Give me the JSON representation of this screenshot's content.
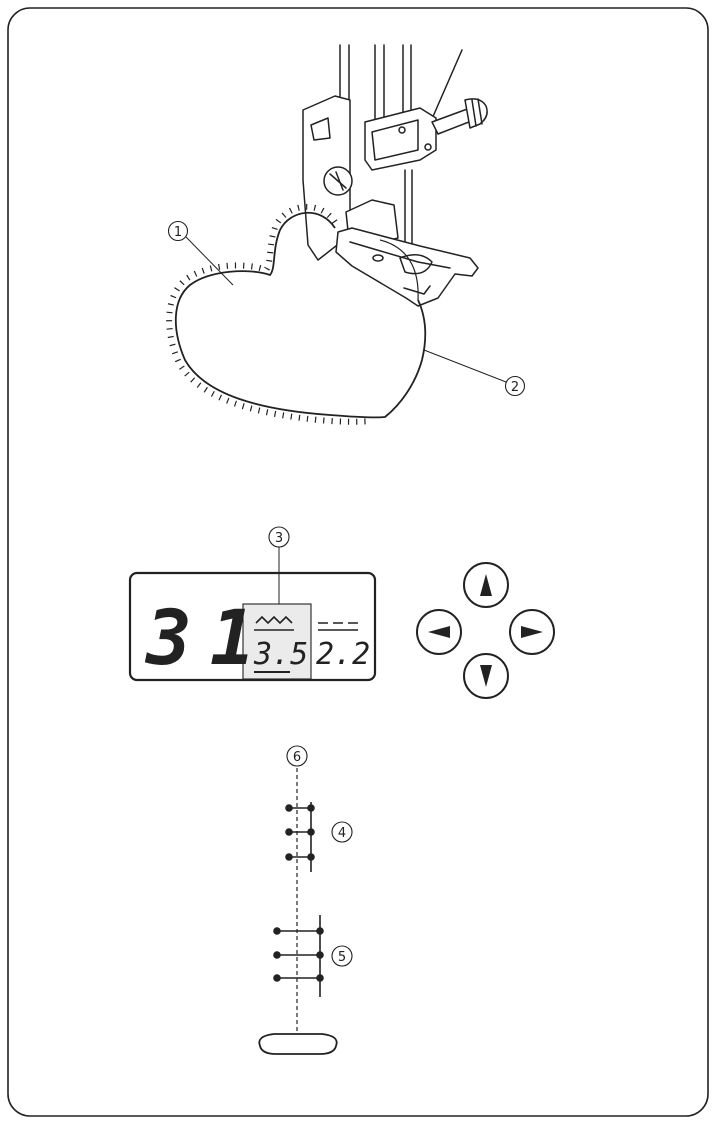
{
  "callouts": {
    "c1": "1",
    "c2": "2",
    "c3": "3",
    "c4": "4",
    "c5": "5",
    "c6": "6"
  },
  "lcd": {
    "pattern_number": "31",
    "width_value": "3.5",
    "length_value": "2.2"
  },
  "icons": {
    "up": "up-arrow-button",
    "down": "down-arrow-button",
    "left": "left-arrow-button",
    "right": "right-arrow-button"
  },
  "colors": {
    "ink": "#222222",
    "highlight": "#ebebeb"
  }
}
